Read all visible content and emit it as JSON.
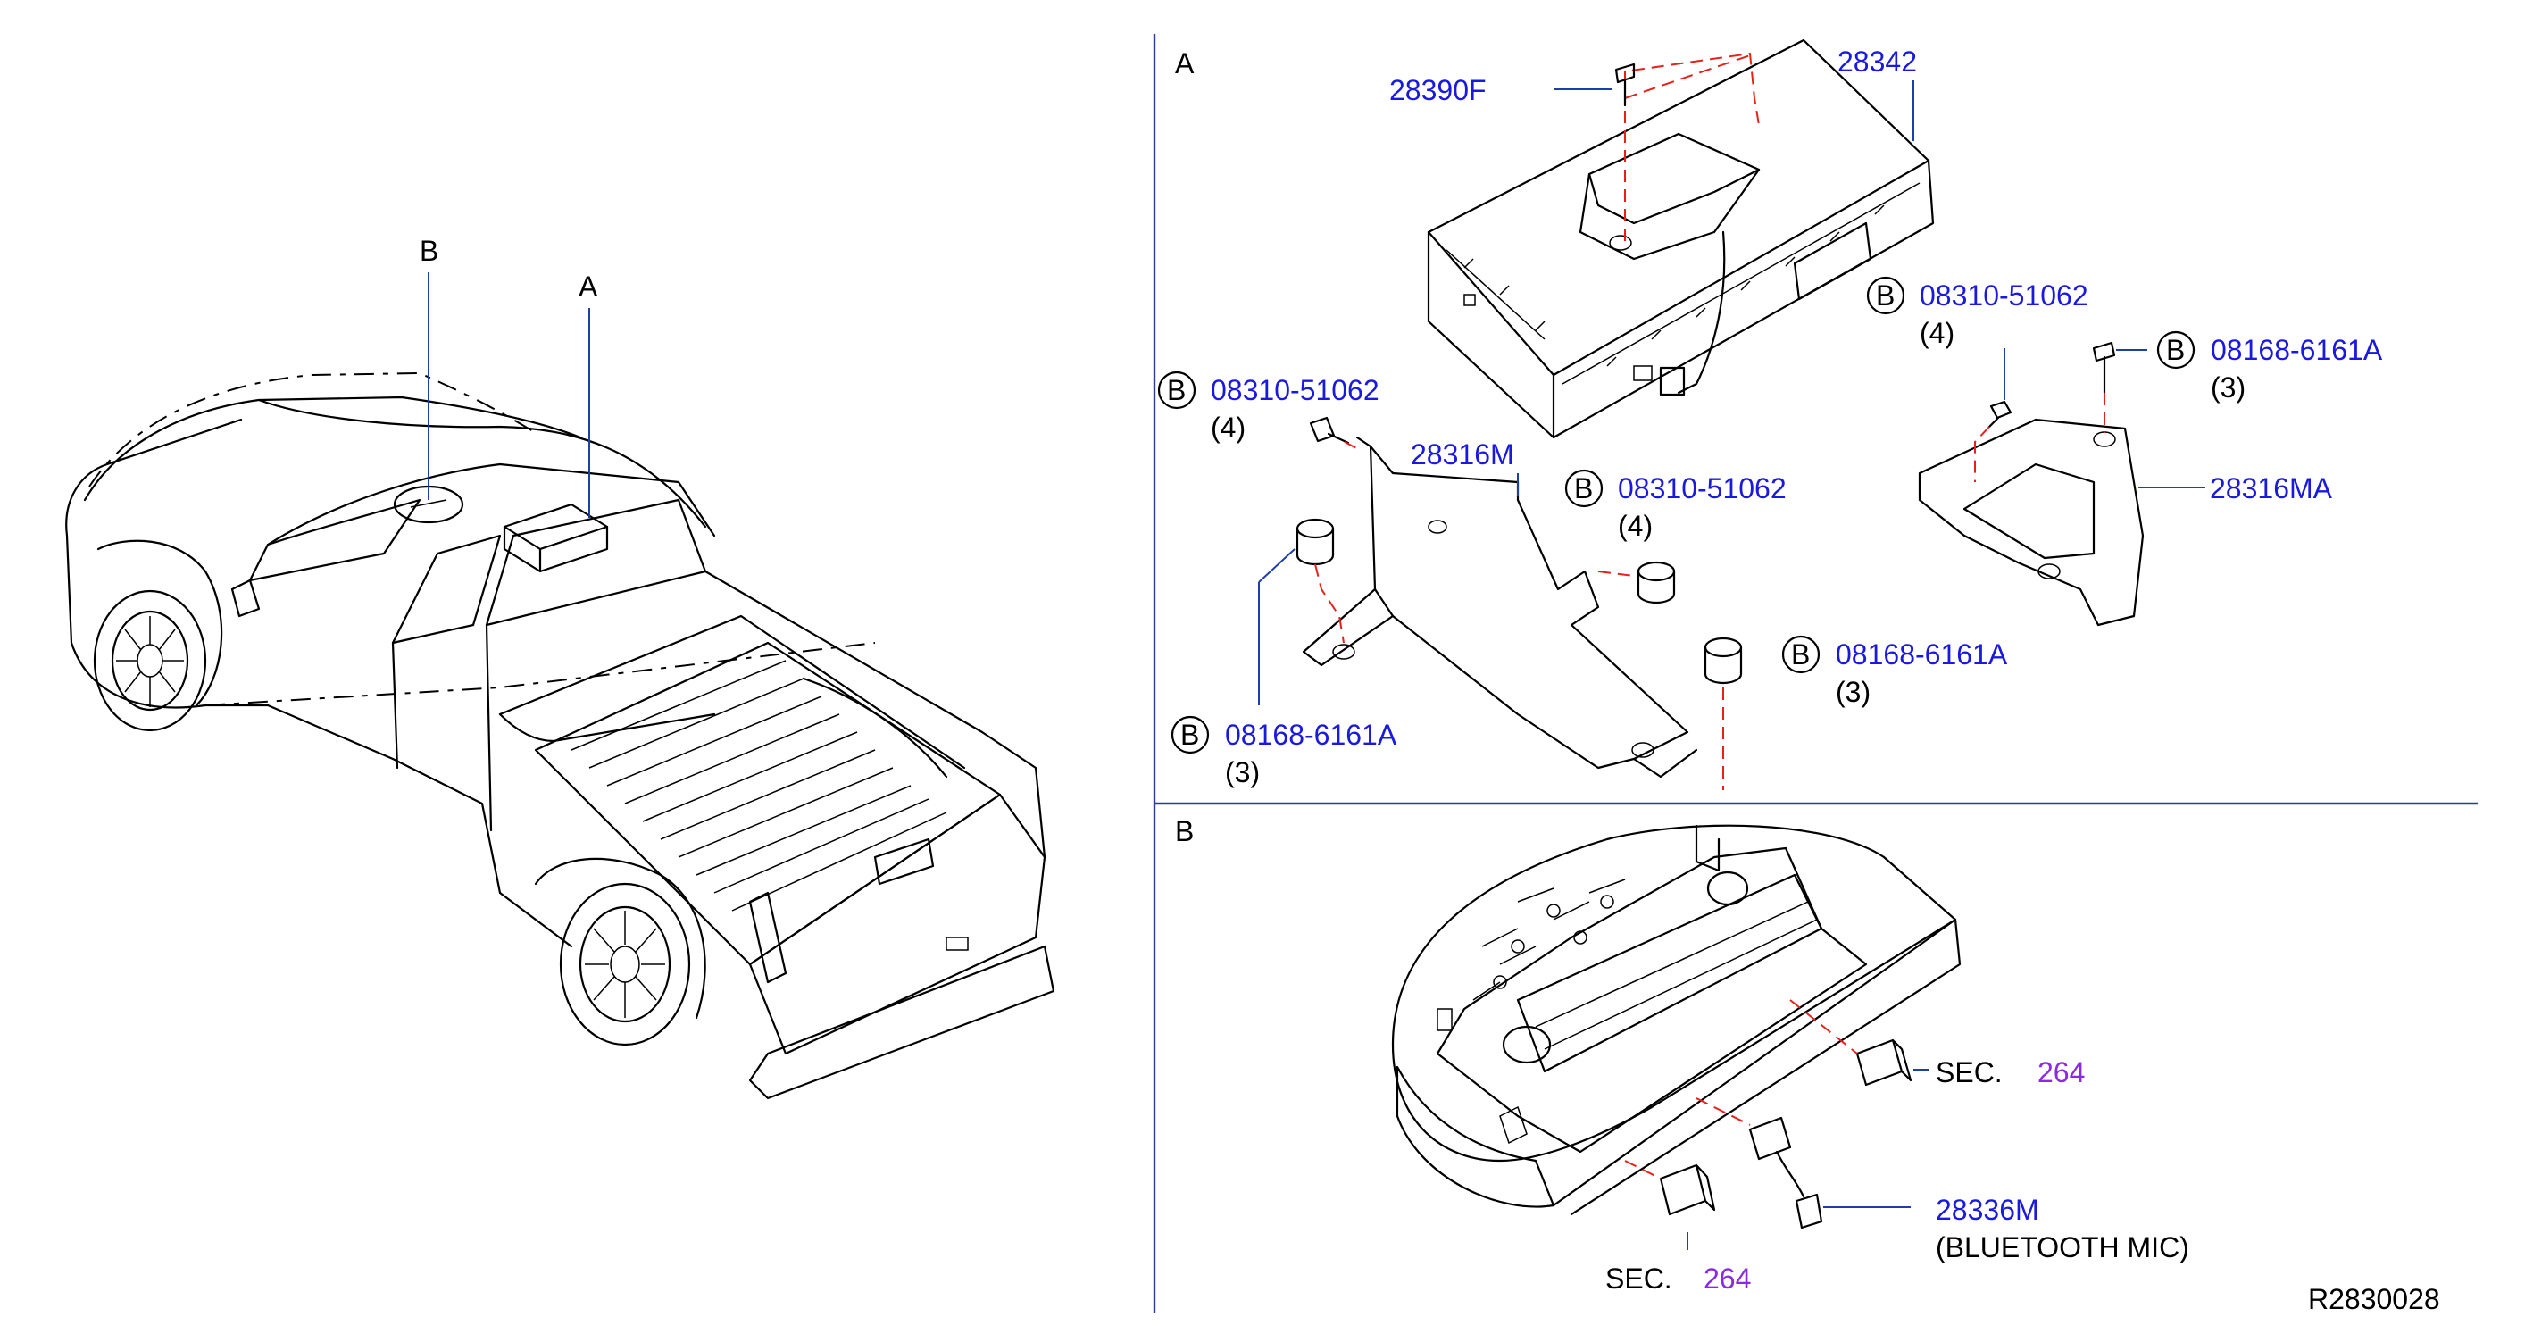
{
  "sections": {
    "a_title": "A",
    "b_title": "B"
  },
  "vehicle": {
    "label_a": "A",
    "label_b": "B"
  },
  "parts": {
    "p28342": "28342",
    "p28390f": "28390F",
    "p28316m": "28316M",
    "p28316ma": "28316MA",
    "p28336m": "28336M",
    "bluetooth_mic": "(BLUETOOTH  MIC)",
    "bolt_08310_a": "08310-51062",
    "bolt_08310_a_qty": "(4)",
    "bolt_08310_b": "08310-51062",
    "bolt_08310_b_qty": "(4)",
    "bolt_08310_c": "08310-51062",
    "bolt_08310_c_qty": "(4)",
    "bolt_08168_a": "08168-6161A",
    "bolt_08168_a_qty": "(3)",
    "bolt_08168_b": "08168-6161A",
    "bolt_08168_b_qty": "(3)",
    "bolt_08168_c": "08168-6161A",
    "bolt_08168_c_qty": "(3)",
    "b_circle": "B"
  },
  "references": {
    "sec_prefix": "SEC.",
    "sec_number": "264",
    "sec_prefix_2": "SEC.",
    "sec_number_2": "264"
  },
  "diagram_code": "R2830028",
  "colors": {
    "part_number": "#1a1adf",
    "section_ref": "#8a2be2",
    "mating_line": "#e8201a",
    "frame": "#2a3f8f"
  }
}
